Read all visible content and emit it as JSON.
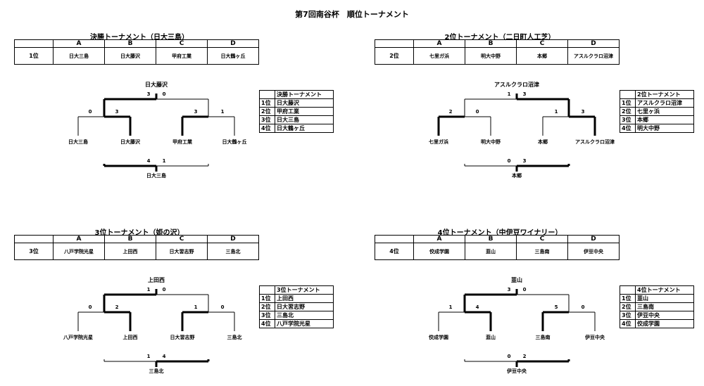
{
  "title": "第7回南谷杯　順位トーナメント",
  "sections": [
    {
      "title": "決勝トーナメント（日大三島）",
      "headers": [
        "A",
        "B",
        "C",
        "D"
      ],
      "rank_label": "1位",
      "teams": [
        "日大三島",
        "日大藤沢",
        "甲府工業",
        "日大鶴ヶ丘"
      ],
      "top_winner": "日大藤沢",
      "final_scores": [
        "3",
        "0"
      ],
      "left_scores": [
        "0",
        "3"
      ],
      "right_scores": [
        "3",
        "1"
      ],
      "bottom_scores": [
        "4",
        "1"
      ],
      "bottom_winner": "日大三島",
      "ranking_title": "決勝トーナメント",
      "ranking": [
        {
          "rank": "1位",
          "team": "日大藤沢"
        },
        {
          "rank": "2位",
          "team": "甲府工業"
        },
        {
          "rank": "3位",
          "team": "日大三島"
        },
        {
          "rank": "4位",
          "team": "日大鶴ヶ丘"
        }
      ]
    },
    {
      "title": "2位トーナメント（二日町人工芝）",
      "headers": [
        "A",
        "B",
        "C",
        "D"
      ],
      "rank_label": "2位",
      "teams": [
        "七里ガ浜",
        "明大中野",
        "本郷",
        "アスルクラロ沼津"
      ],
      "top_winner": "アスルクラロ沼津",
      "final_scores": [
        "1",
        "3"
      ],
      "left_scores": [
        "2",
        "0"
      ],
      "right_scores": [
        "1",
        "3"
      ],
      "bottom_scores": [
        "0",
        "3"
      ],
      "bottom_winner": "本郷",
      "ranking_title": "2位トーナメント",
      "ranking": [
        {
          "rank": "1位",
          "team": "アスルクラロ沼津"
        },
        {
          "rank": "2位",
          "team": "七里ヶ浜"
        },
        {
          "rank": "3位",
          "team": "本郷"
        },
        {
          "rank": "4位",
          "team": "明大中野"
        }
      ]
    },
    {
      "title": "3位トーナメント（姫の沢）",
      "headers": [
        "A",
        "B",
        "C",
        "D"
      ],
      "rank_label": "3位",
      "teams": [
        "八戸学院光星",
        "上田西",
        "日大習志野",
        "三島北"
      ],
      "top_winner": "上田西",
      "final_scores": [
        "1",
        "0"
      ],
      "left_scores": [
        "0",
        "2"
      ],
      "right_scores": [
        "1",
        "0"
      ],
      "bottom_scores": [
        "1",
        "4"
      ],
      "bottom_winner": "三島北",
      "ranking_title": "3位トーナメント",
      "ranking": [
        {
          "rank": "1位",
          "team": "上田西"
        },
        {
          "rank": "2位",
          "team": "日大習志野"
        },
        {
          "rank": "3位",
          "team": "三島北"
        },
        {
          "rank": "4位",
          "team": "八戸学院光星"
        }
      ]
    },
    {
      "title": "4位トーナメント（中伊豆ワイナリー）",
      "headers": [
        "A",
        "B",
        "C",
        "D"
      ],
      "rank_label": "4位",
      "teams": [
        "佼成学園",
        "韮山",
        "三島南",
        "伊豆中央"
      ],
      "top_winner": "韮山",
      "final_scores": [
        "3",
        "0"
      ],
      "left_scores": [
        "1",
        "4"
      ],
      "right_scores": [
        "5",
        "0"
      ],
      "bottom_scores": [
        "0",
        "2"
      ],
      "bottom_winner": "伊豆中央",
      "ranking_title": "4位トーナメント",
      "ranking": [
        {
          "rank": "1位",
          "team": "韮山"
        },
        {
          "rank": "2位",
          "team": "三島南"
        },
        {
          "rank": "3位",
          "team": "伊豆中央"
        },
        {
          "rank": "4位",
          "team": "佼成学園"
        }
      ]
    }
  ]
}
